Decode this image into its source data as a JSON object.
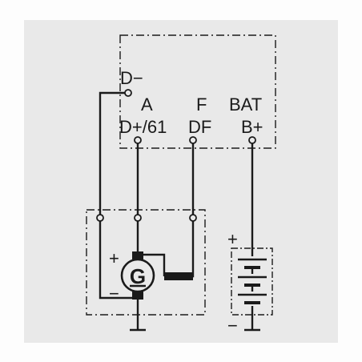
{
  "regulator": {
    "terminal_dminus": "D−",
    "terminal_a": "A",
    "terminal_f": "F",
    "terminal_bat": "BAT",
    "terminal_dplus61": "D+/61",
    "terminal_df": "DF",
    "terminal_bplus": "B+"
  },
  "generator": {
    "symbol": "G",
    "plus_sign": "+",
    "minus_sign": "−"
  },
  "battery": {
    "plus_sign": "+",
    "minus_sign": "−"
  },
  "colors": {
    "line": "#1a1a1a",
    "paper": "#e9e9e9"
  }
}
